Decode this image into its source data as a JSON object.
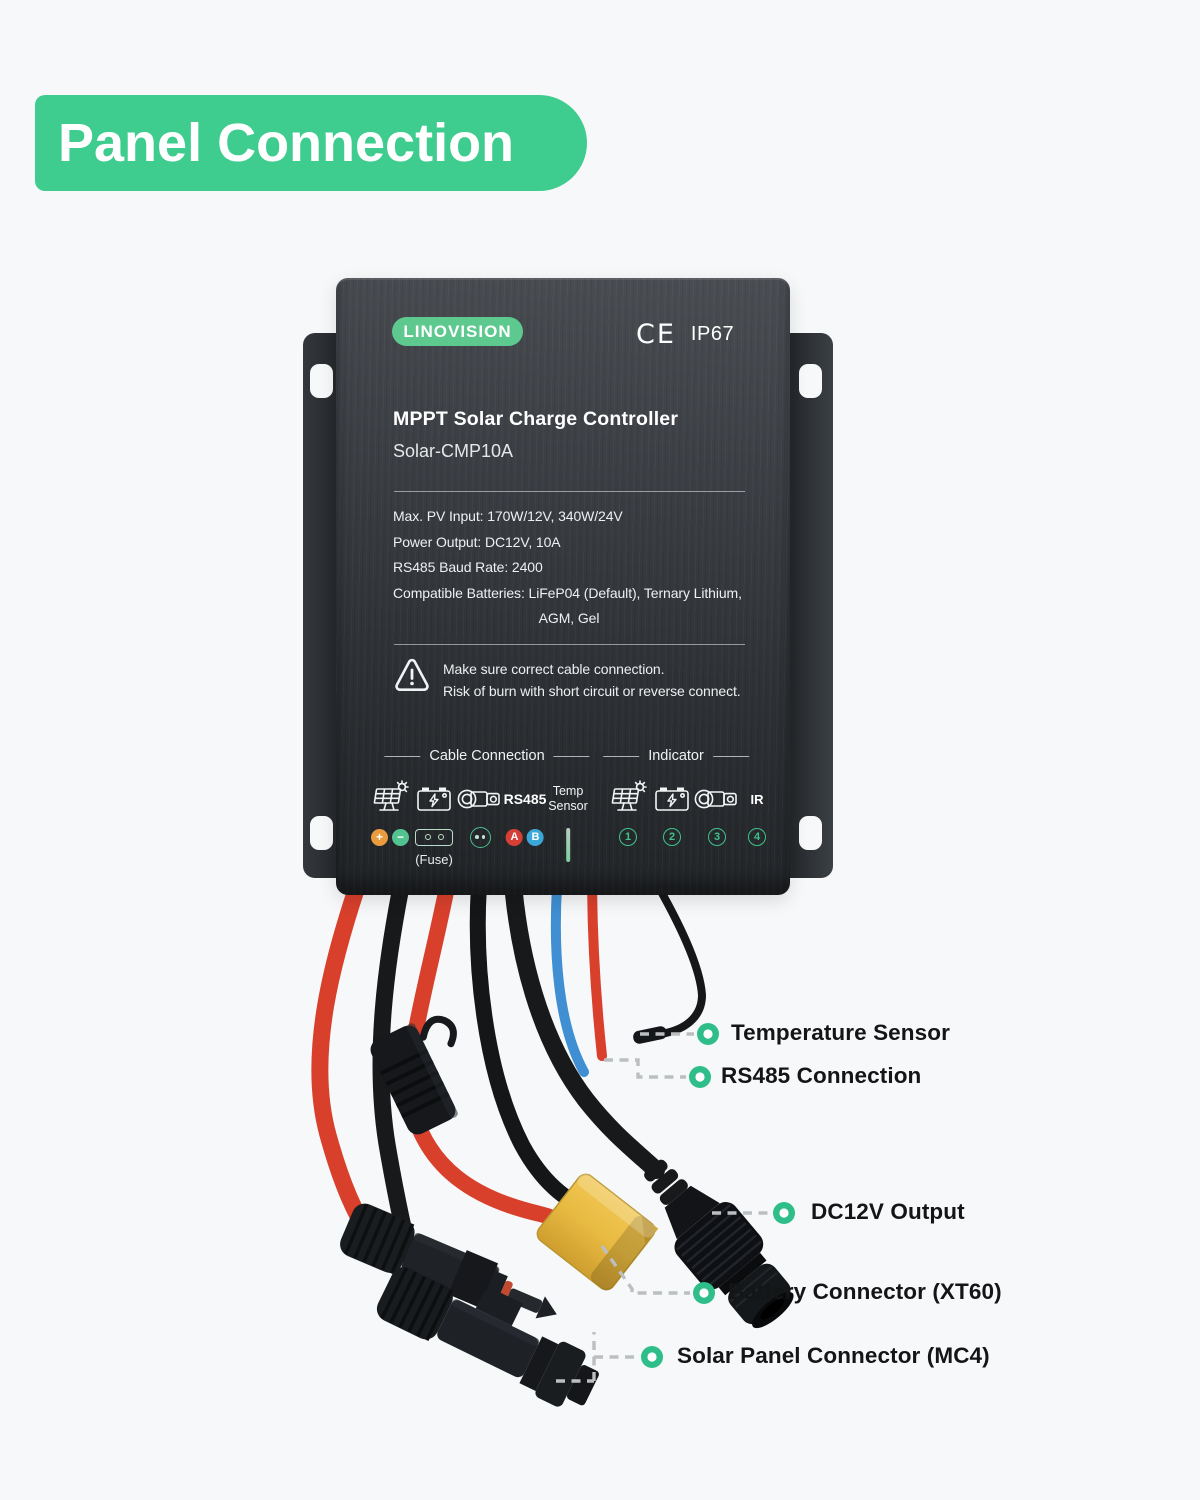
{
  "banner": {
    "title": "Panel Connection"
  },
  "device": {
    "brand": "LINOVISION",
    "ce_mark": "CE",
    "ip_rating": "IP67",
    "title": "MPPT Solar Charge Controller",
    "model": "Solar-CMP10A",
    "specs": [
      "Max. PV Input: 170W/12V, 340W/24V",
      "Power Output: DC12V, 10A",
      "RS485 Baud Rate: 2400",
      "Compatible Batteries: LiFeP04 (Default), Ternary Lithium,",
      "AGM, Gel"
    ],
    "warning": {
      "line1": "Make sure correct cable connection.",
      "line2": "Risk of burn with short circuit or reverse connect."
    },
    "cable_section": {
      "title": "Cable Connection",
      "solar_plus": "+",
      "solar_minus": "−",
      "fuse_label": "(Fuse)",
      "rs485_label": "RS485",
      "rs485_a": "A",
      "rs485_b": "B",
      "temp_line1": "Temp",
      "temp_line2": "Sensor"
    },
    "indicator_section": {
      "title": "Indicator",
      "ir_label": "IR",
      "numbers": [
        "1",
        "2",
        "3",
        "4"
      ]
    }
  },
  "callouts": [
    {
      "label": "Temperature Sensor"
    },
    {
      "label": "RS485 Connection"
    },
    {
      "label": "DC12V Output"
    },
    {
      "label": "Battery Connector (XT60)"
    },
    {
      "label": "Solar Panel Connector (MC4)"
    }
  ],
  "colors": {
    "banner_green": "#3ecd8e",
    "brand_green": "#5dc98f",
    "callout_green": "#2fbe8a",
    "cable_red": "#d8402c",
    "cable_black": "#17191b",
    "cable_blue": "#3f8fd2",
    "xt60_yellow": "#e8ba41",
    "device_dark": "#2d3034"
  }
}
